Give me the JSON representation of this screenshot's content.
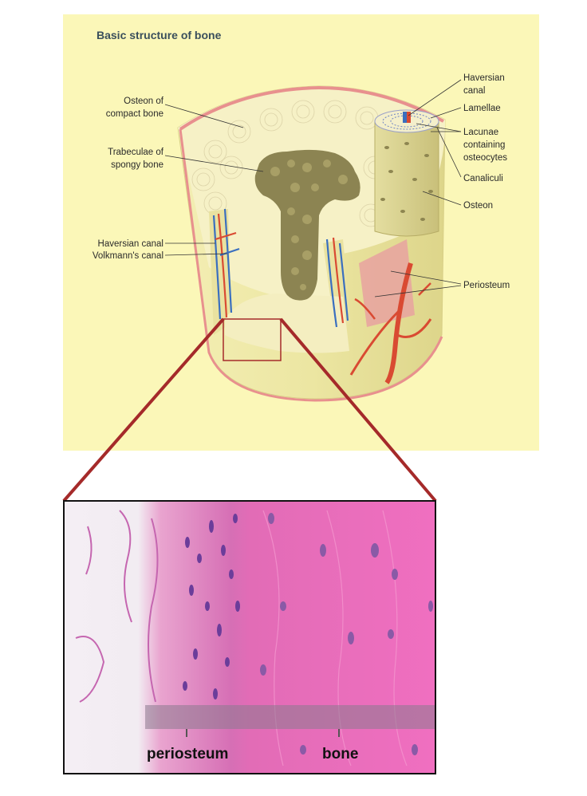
{
  "diagram": {
    "title": "Basic structure of bone",
    "labels_left": {
      "osteon_line1": "Osteon of",
      "osteon_line2": "compact bone",
      "trabeculae_line1": "Trabeculae of",
      "trabeculae_line2": "spongy bone",
      "haversian_canal": "Haversian canal",
      "volkmanns_canal": "Volkmann's canal"
    },
    "labels_right": {
      "haversian_line1": "Haversian",
      "haversian_line2": "canal",
      "lamellae": "Lamellae",
      "lacunae_line1": "Lacunae",
      "lacunae_line2": "containing",
      "lacunae_line3": "osteocytes",
      "canaliculi": "Canaliculi",
      "osteon": "Osteon",
      "periosteum": "Periosteum"
    }
  },
  "micrograph": {
    "label_periosteum": "periosteum",
    "label_bone": "bone"
  },
  "colors": {
    "panel_bg": "#fbf7b8",
    "bone_body": "#efeaa6",
    "periosteum_pink": "#e8908e",
    "artery_red": "#d94a32",
    "vein_blue": "#3a6fbf",
    "spongy": "#8c8452",
    "zoom_outline": "#a52a2a",
    "tissue_pink": "#e46cb8",
    "nuclei_purple": "#6b3d9a"
  }
}
